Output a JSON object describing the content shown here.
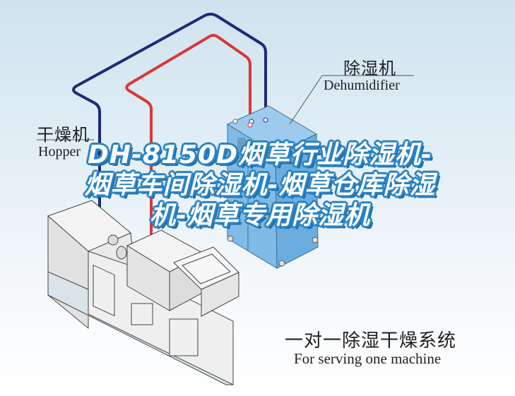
{
  "title_overlay": {
    "text": "DH-8150D烟草行业除湿机-烟草车间除湿机-烟草仓库除湿机-烟草专用除湿机",
    "fill_color": "#ffffff",
    "stroke_color": "#2a82c4"
  },
  "labels": {
    "dehumidifier": {
      "cn": "除湿机",
      "en": "Dehumidifier"
    },
    "hopper": {
      "cn": "干燥机",
      "en": "Hopper"
    },
    "system": {
      "cn": "一对一除湿干燥系统",
      "en": "For serving one machine"
    }
  },
  "colors": {
    "pipe_blue": "#1e2a78",
    "pipe_red": "#d8373a",
    "dehumidifier_body": "#7fbbe6",
    "machine_body": "#ececec",
    "background_top": "#cfe3ef"
  },
  "icons": {
    "dehumidifier": "dehumidifier-cabinet-illustration",
    "molding_machine": "injection-molding-machine-illustration",
    "pipes": "process-air-pipes"
  }
}
